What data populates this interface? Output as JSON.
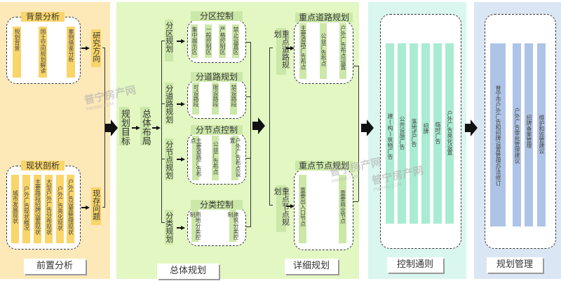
{
  "sections": {
    "pre": {
      "footer": "前置分析",
      "background": {
        "title": "背景分析",
        "items": [
          "规划背景",
          "国土空间规划解读",
          "案例借鉴分析"
        ]
      },
      "direction": "研究方向",
      "status": {
        "title": "现状剖析",
        "items": [
          "城市发展现状",
          "户外广告现状概况",
          "主要路段招牌设置现状",
          "大型户外广告分布现状",
          "户外广告亮化现状",
          "户外广告设置管理现状"
        ]
      },
      "problems": "现存问题"
    },
    "overall": {
      "footer": "总体规划",
      "goal": "规划目标",
      "layout": "总体布局",
      "branches": [
        {
          "label": "分区规划",
          "box_title": "分区控制",
          "items": [
            "集中展示区",
            "一般控制区",
            "严格控制区",
            "禁止设置区"
          ]
        },
        {
          "label": "分道路规划",
          "box_title": "分道路规划",
          "items": [
            "可设路段",
            "限设路段",
            "禁设路段"
          ]
        },
        {
          "label": "分节点规划",
          "box_title": "分节点控制",
          "items": [
            "主要道路广告布点",
            "公益广告布点",
            "户外广告布点设置"
          ]
        },
        {
          "label": "分类规划",
          "box_title": "分类控制",
          "items": [
            "用地分类控制",
            "建筑分类控制"
          ]
        }
      ]
    },
    "detail": {
      "footer": "详细规划",
      "road": {
        "label": "重点道路规划",
        "box_title": "重点道路规划",
        "items": [
          "主要道路广告布点",
          "公益广告布点",
          "户外广告布点设置"
        ]
      },
      "node": {
        "label": "重点节点规划",
        "box_title": "重点节点规划",
        "items": [
          "重要出入口节点",
          "重要商业节点"
        ]
      }
    },
    "control": {
      "footer": "控制通则",
      "items": [
        "建(构)筑物广告",
        "公共设施广告",
        "落地式广告",
        "招牌",
        "临时广告",
        "户外广告亮化设置"
      ]
    },
    "management": {
      "footer": "规划管理",
      "items": [
        "普宁市户外广告和招牌设置管理办法修订",
        "户外广告审批管理建议",
        "招牌备案管理",
        "维护和监管建议"
      ]
    }
  },
  "watermark": {
    "name": "普宁房产网",
    "domain": "PNFANG.COM"
  },
  "colors": {
    "pre": "#fde8b8",
    "overall": "#e2f7c2",
    "control": "#d9f6ef",
    "management": "#dbe6f4"
  }
}
